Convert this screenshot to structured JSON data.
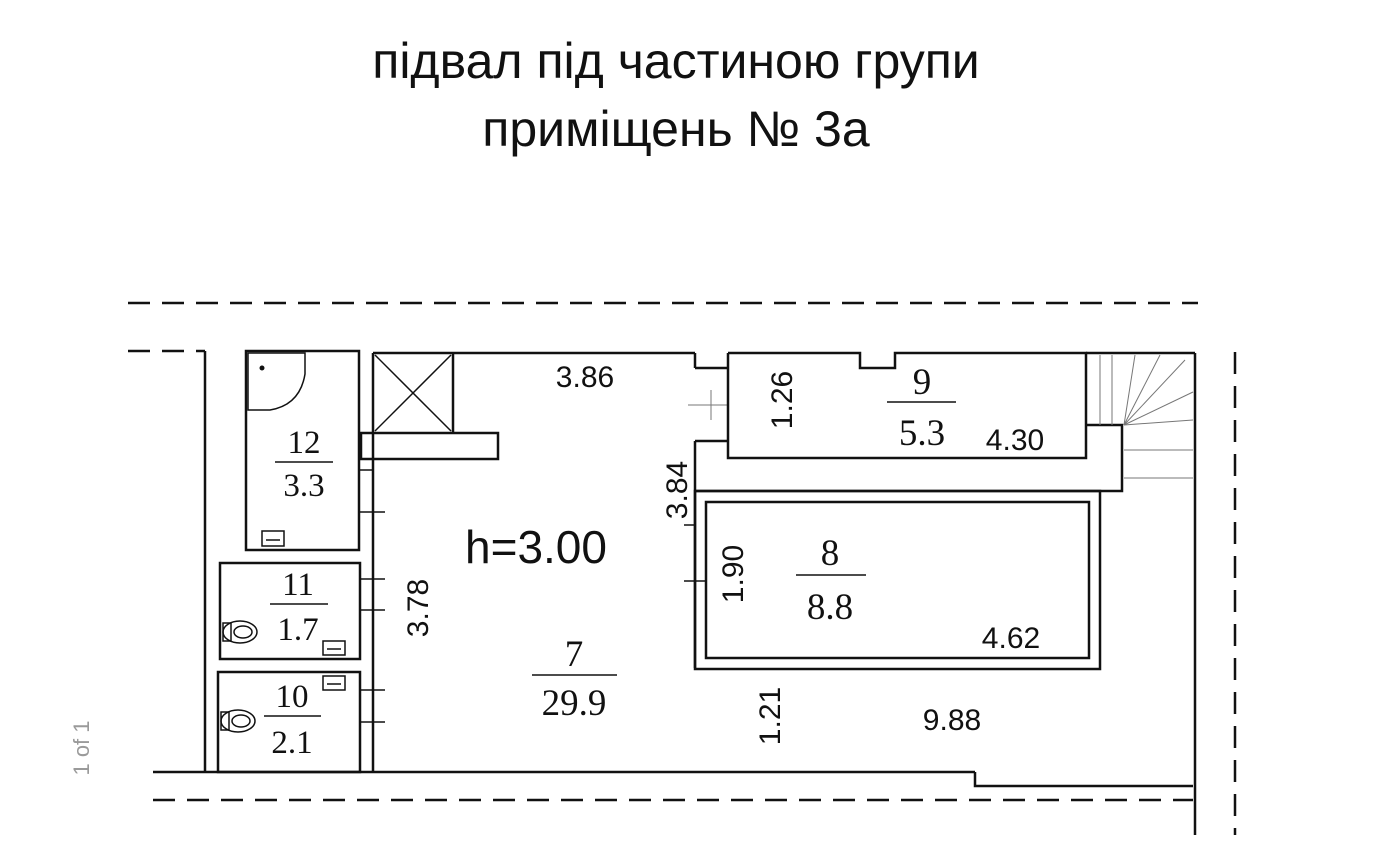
{
  "title": {
    "line1": "підвал під частиною групи",
    "line2": "приміщень № 3а"
  },
  "height_label": "h=3.00",
  "rooms": [
    {
      "id": "12",
      "number": "12",
      "area": "3.3"
    },
    {
      "id": "11",
      "number": "11",
      "area": "1.7"
    },
    {
      "id": "10",
      "number": "10",
      "area": "2.1"
    },
    {
      "id": "7",
      "number": "7",
      "area": "29.9"
    },
    {
      "id": "9",
      "number": "9",
      "area": "5.3"
    },
    {
      "id": "8",
      "number": "8",
      "area": "8.8"
    }
  ],
  "dimensions": {
    "d_386": "3.86",
    "d_126": "1.26",
    "d_430": "4.30",
    "d_384": "3.84",
    "d_190": "1.90",
    "d_462": "4.62",
    "d_378": "3.78",
    "d_121": "1.21",
    "d_988": "9.88"
  },
  "page_indicator": "1 of 1"
}
